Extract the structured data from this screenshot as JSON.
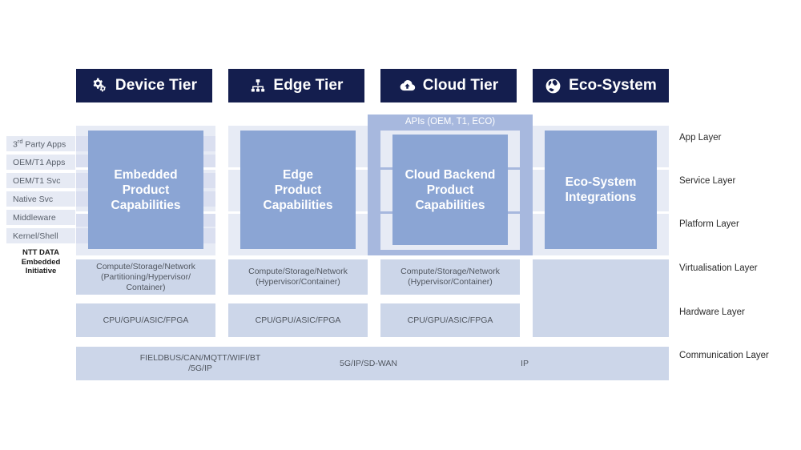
{
  "tiers": [
    {
      "label": "Device Tier",
      "icon": "gears-icon"
    },
    {
      "label": "Edge Tier",
      "icon": "sitemap-icon"
    },
    {
      "label": "Cloud Tier",
      "icon": "cloud-upload-icon"
    },
    {
      "label": "Eco-System",
      "icon": "globe-network-icon"
    }
  ],
  "left_labels": [
    {
      "text": "3rd Party Apps",
      "sup": "rd",
      "base": "3",
      "tail": " Party Apps"
    },
    {
      "text": "OEM/T1 Apps"
    },
    {
      "text": "OEM/T1 Svc"
    },
    {
      "text": "Native Svc"
    },
    {
      "text": "Middleware"
    },
    {
      "text": "Kernel/Shell"
    }
  ],
  "ntt_initiative": "NTT DATA\nEmbedded\nInitiative",
  "right_labels": [
    "App Layer",
    "Service Layer",
    "Platform Layer",
    "Virtualisation Layer",
    "Hardware Layer",
    "Communication Layer"
  ],
  "api_band": "APIs (OEM, T1, ECO)",
  "capabilities": [
    "Embedded\nProduct\nCapabilities",
    "Edge\nProduct\nCapabilities",
    "Cloud Backend\nProduct\nCapabilities",
    "Eco-System\nIntegrations"
  ],
  "virtualisation": [
    "Compute/Storage/Network\n(Partitioning/Hypervisor/\nContainer)",
    "Compute/Storage/Network\n(Hypervisor/Container)",
    "Compute/Storage/Network\n(Hypervisor/Container)"
  ],
  "hardware": [
    "CPU/GPU/ASIC/FPGA",
    "CPU/GPU/ASIC/FPGA",
    "CPU/GPU/ASIC/FPGA"
  ],
  "communication": [
    "FIELDBUS/CAN/MQTT/WIFI/BT\n/5G/IP",
    "5G/IP/SD-WAN",
    "IP"
  ],
  "colors": {
    "tier_header_bg": "#141e4e",
    "capability_box": "#8ba5d4",
    "api_band": "#a7b8de",
    "band": "#dfe5f1",
    "info_box": "#ccd6e9",
    "left_label_bg": "#e6eaf4"
  }
}
